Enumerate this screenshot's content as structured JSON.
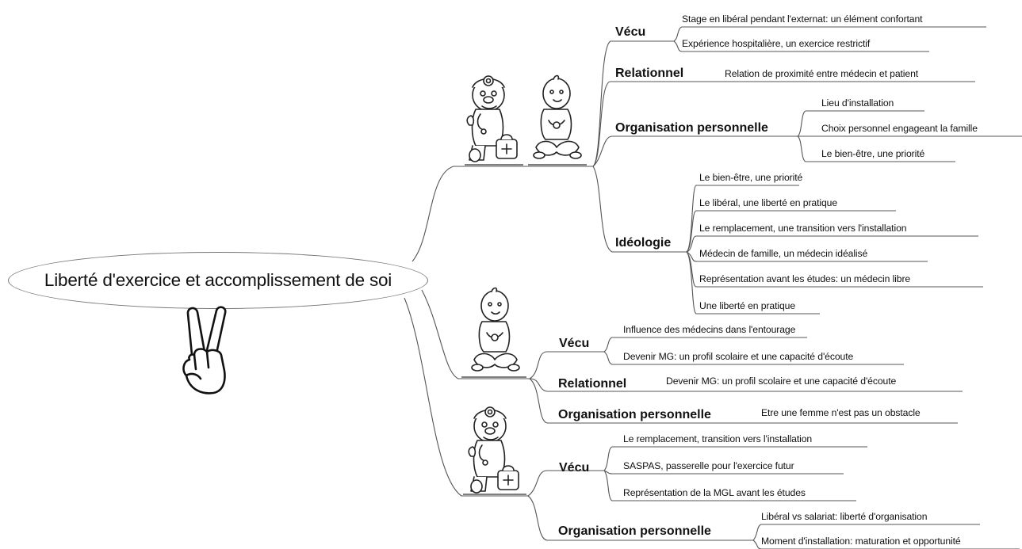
{
  "central_topic": "Liberté d'exercice et accomplissement de soi",
  "icons": {
    "central": "victory-hand-icon",
    "group1": [
      "doctor-icon",
      "baby-icon"
    ],
    "group2": [
      "baby-icon"
    ],
    "group3": [
      "doctor-icon"
    ]
  },
  "group1": {
    "vecu": {
      "label": "Vécu",
      "items": [
        "Stage en libéral pendant l'externat: un élément confortant",
        "Expérience hospitalière, un exercice restrictif"
      ]
    },
    "relationnel": {
      "label": "Relationnel",
      "items": [
        "Relation de proximité entre médecin et patient"
      ]
    },
    "organisation": {
      "label": "Organisation personnelle",
      "items": [
        "Lieu d'installation",
        "Choix personnel engageant la famille",
        "Le bien-être, une priorité"
      ]
    },
    "ideologie": {
      "label": "Idéologie",
      "items": [
        "Le bien-être, une priorité",
        "Le libéral, une liberté en pratique",
        "Le remplacement, une transition vers l'installation",
        "Médecin de famille, un médecin idéalisé",
        "Représentation avant les études: un médecin libre",
        "Une liberté en pratique"
      ]
    }
  },
  "group2": {
    "vecu": {
      "label": "Vécu",
      "items": [
        "Influence des médecins dans l'entourage",
        "Devenir MG: un profil scolaire et une capacité d'écoute"
      ]
    },
    "relationnel": {
      "label": "Relationnel",
      "items": [
        "Devenir MG: un profil scolaire et une capacité d'écoute"
      ]
    },
    "organisation": {
      "label": "Organisation personnelle",
      "items": [
        "Etre une femme n'est pas un obstacle"
      ]
    }
  },
  "group3": {
    "vecu": {
      "label": "Vécu",
      "items": [
        "Le remplacement, transition vers l'installation",
        "SASPAS, passerelle pour l'exercice futur",
        "Représentation de la MGL avant les études"
      ]
    },
    "organisation": {
      "label": "Organisation personnelle",
      "items": [
        "Libéral vs salariat: liberté d'organisation",
        "Moment d'installation: maturation et opportunité"
      ]
    }
  }
}
